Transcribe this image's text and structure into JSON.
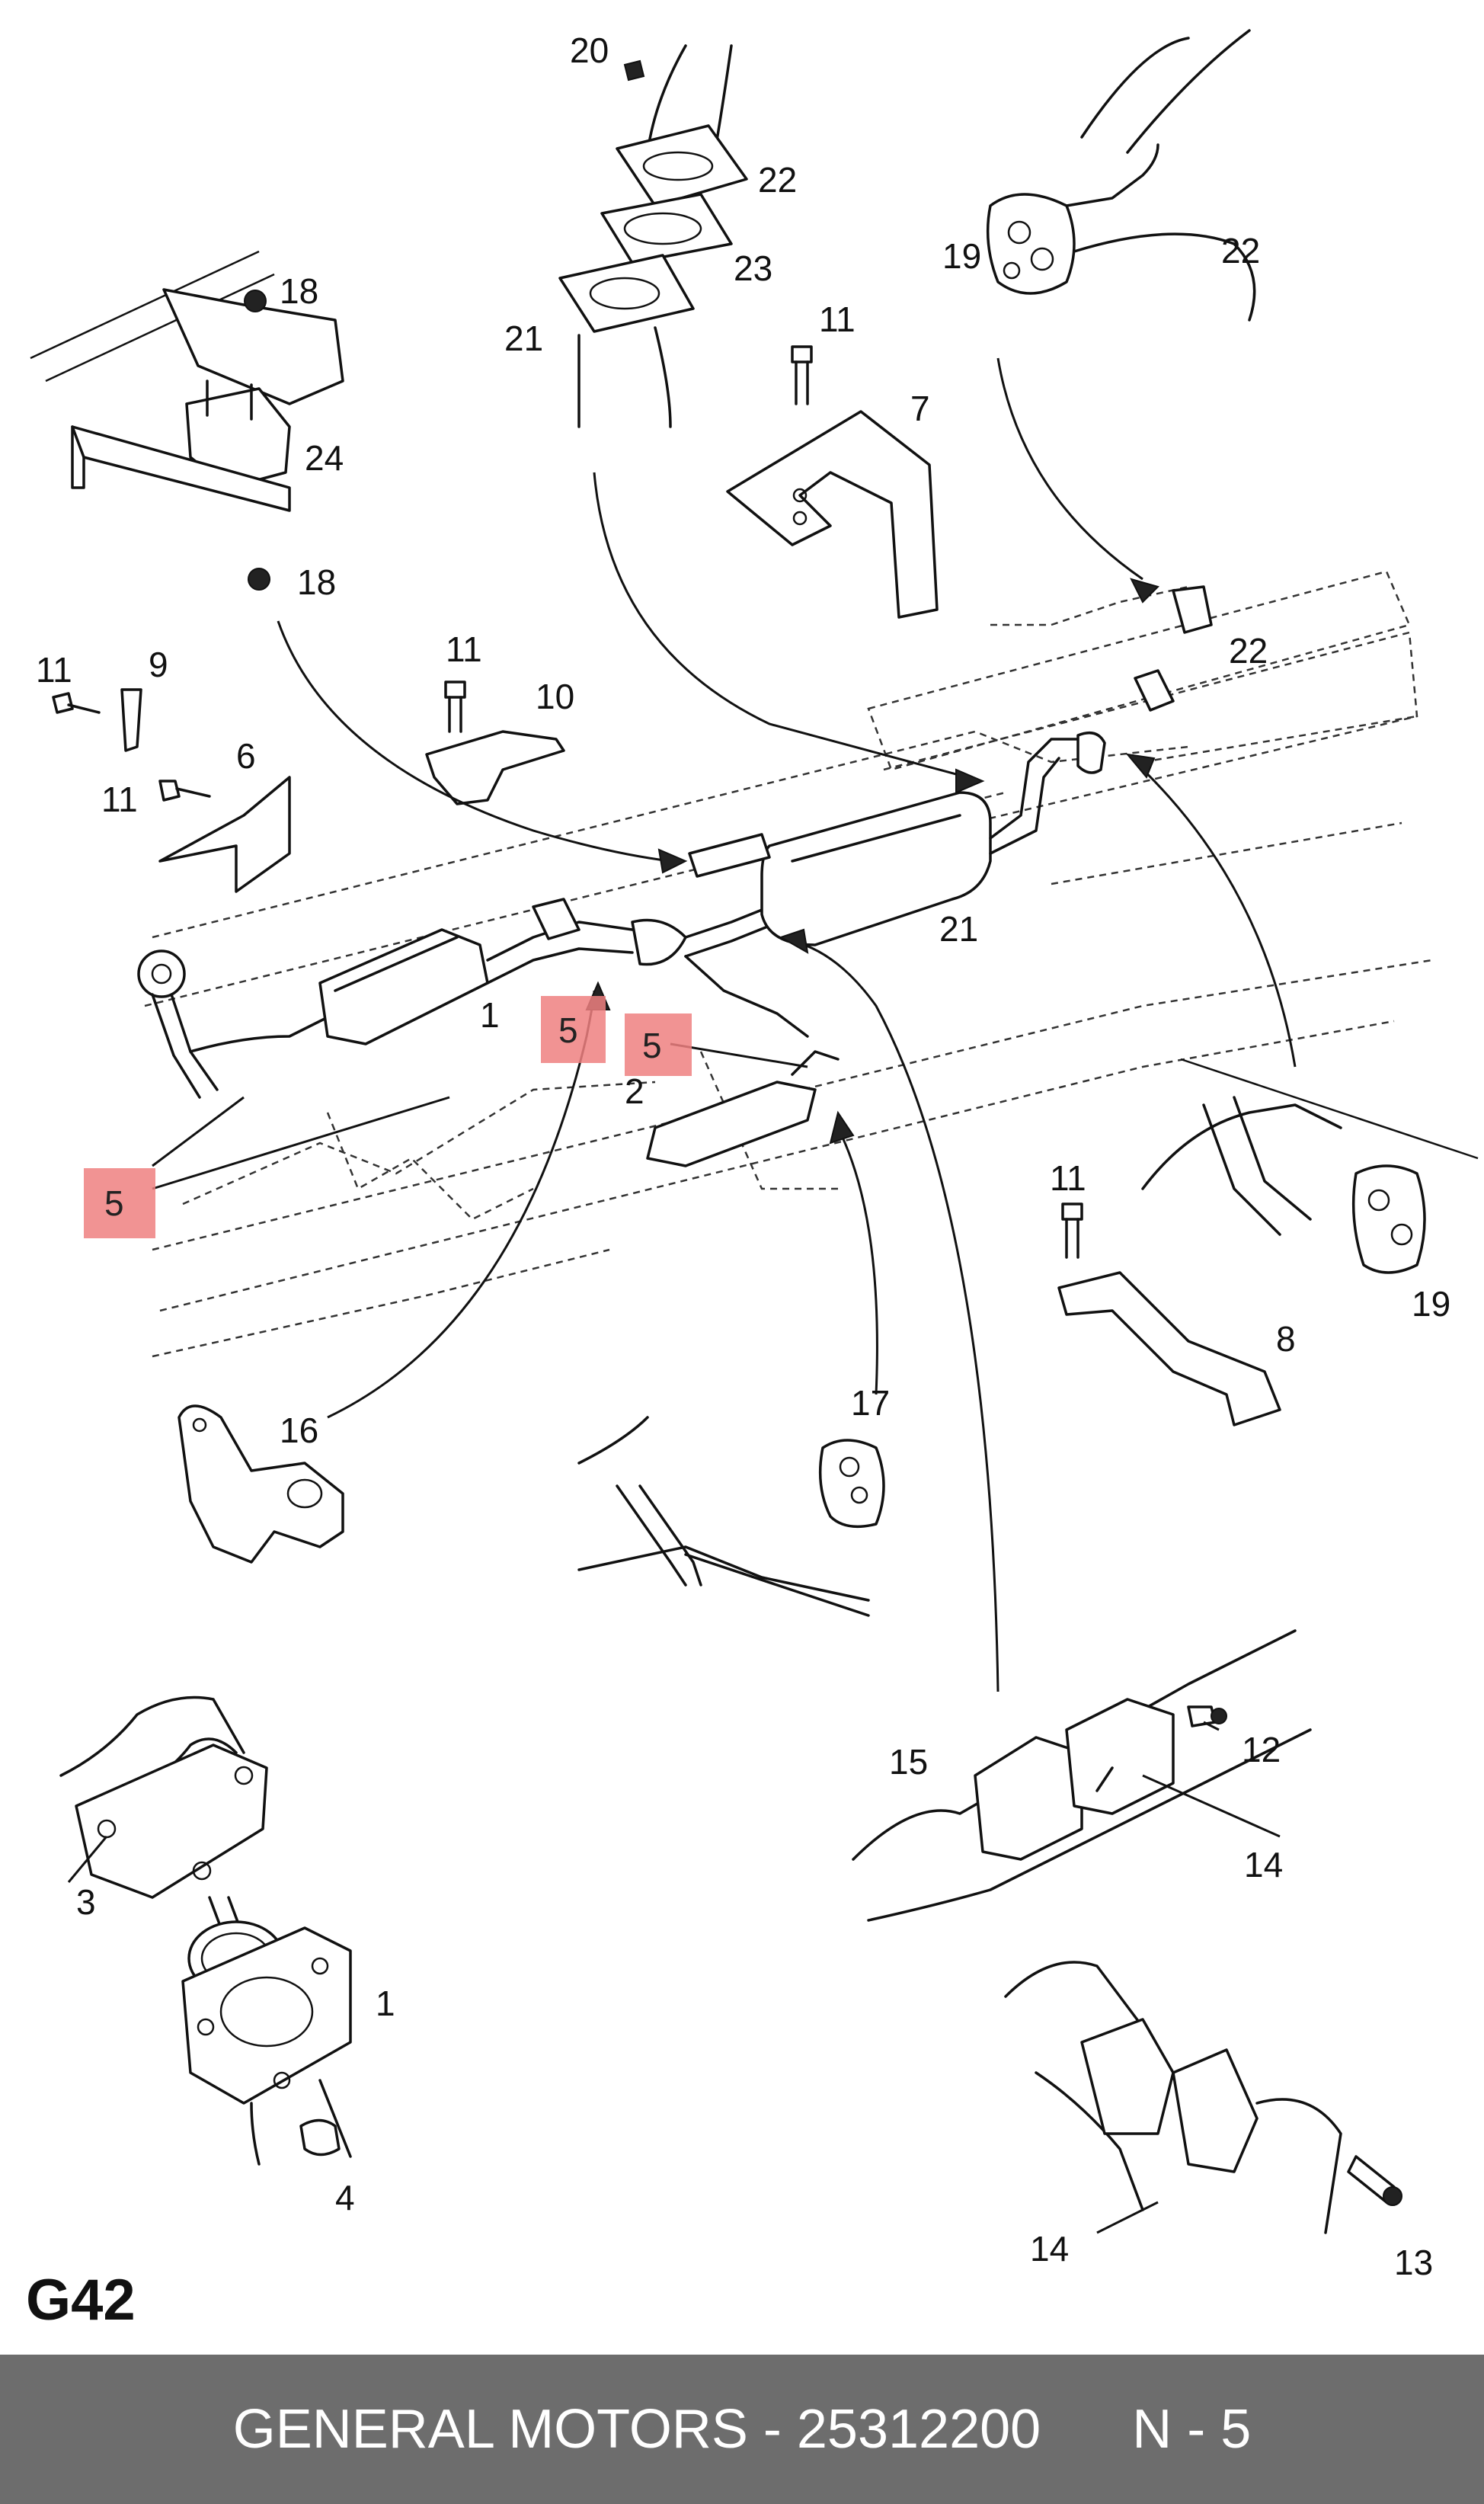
{
  "diagram": {
    "page_code": "G42",
    "callouts": [
      "20",
      "22",
      "23",
      "21",
      "22",
      "19",
      "11",
      "7",
      "18",
      "24",
      "18",
      "11",
      "10",
      "11",
      "9",
      "6",
      "11",
      "22",
      "21",
      "1",
      "2",
      "5",
      "5",
      "5",
      "16",
      "17",
      "11",
      "8",
      "19",
      "12",
      "15",
      "14",
      "3",
      "1",
      "4",
      "14",
      "13"
    ],
    "highlight_callouts": [
      "5",
      "5",
      "5"
    ]
  },
  "footer": {
    "text": "GENERAL MOTORS - 25312200      N - 5"
  }
}
